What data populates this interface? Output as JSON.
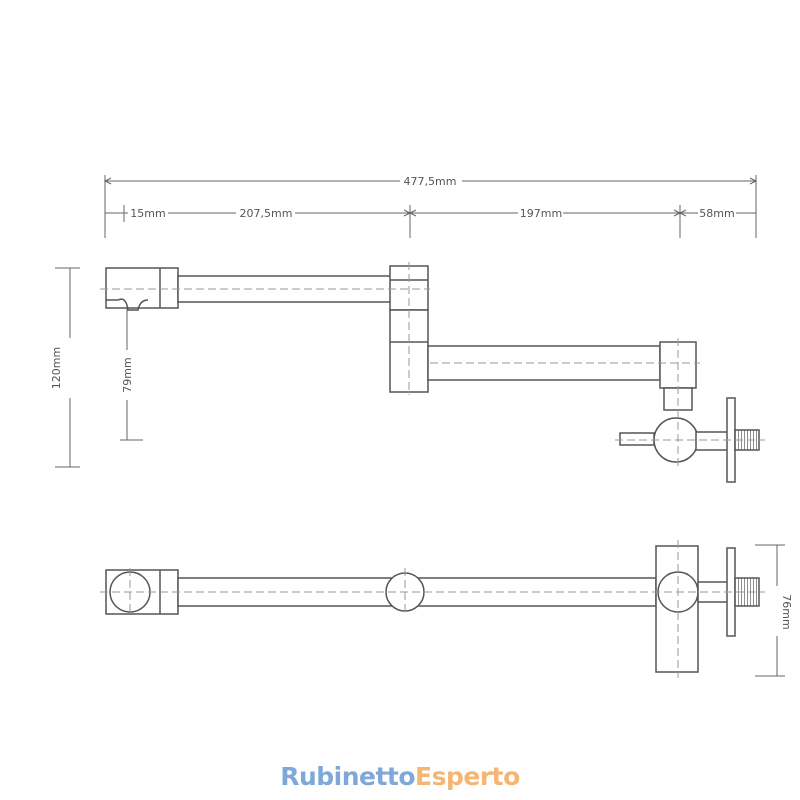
{
  "dimensions": {
    "overall_width": "477,5mm",
    "seg_spout": "15mm",
    "seg_arm1": "207,5mm",
    "seg_arm2": "197mm",
    "seg_wall": "58mm",
    "height_total": "120mm",
    "height_spout": "79mm",
    "depth_mount": "76mm"
  },
  "brand": {
    "part1": "Rubinetto",
    "part2": "Esperto"
  },
  "colors": {
    "line": "#555555",
    "centerline": "#999999",
    "brand_blue": "#7fa8d8",
    "brand_orange": "#f3b673"
  }
}
